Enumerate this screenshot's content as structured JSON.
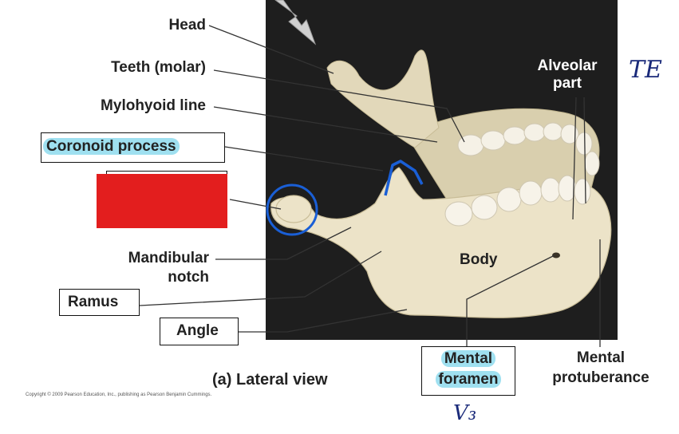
{
  "labels": {
    "head": "Head",
    "teeth_molar": "Teeth (molar)",
    "mylohyoid_line": "Mylohyoid line",
    "coronoid_process": "Coronoid process",
    "alveolar_part_1": "Alveolar",
    "alveolar_part_2": "part",
    "mandibular_notch_1": "Mandibular",
    "mandibular_notch_2": "notch",
    "ramus": "Ramus",
    "angle": "Angle",
    "body": "Body",
    "mental_foramen_1": "Mental",
    "mental_foramen_2": "foramen",
    "mental_protuberance_1": "Mental",
    "mental_protuberance_2": "protuberance",
    "view_title": "(a) Lateral view"
  },
  "copyright": "Copyright © 2009 Pearson Education, Inc., publishing as Pearson Benjamin Cummings.",
  "annotations": {
    "handwritten_te": "TE",
    "handwritten_v3": "V₃"
  },
  "colors": {
    "highlight": "#9fe0f0",
    "redaction_box": "#e31e1e",
    "pen_blue": "#1a5fd6",
    "photo_bg": "#1e1e1e",
    "bone": "#e8dfc4"
  }
}
